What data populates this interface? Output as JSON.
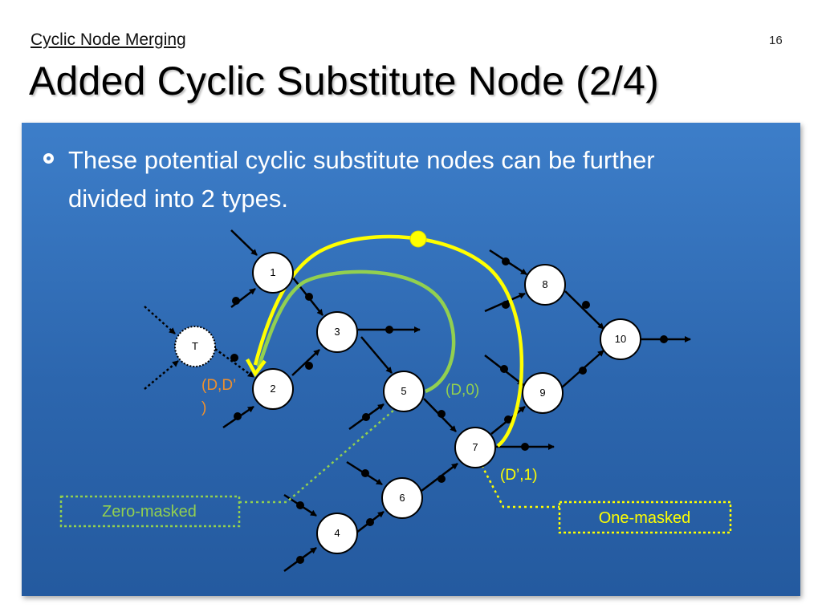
{
  "header": {
    "subtitle": "Cyclic Node Merging",
    "title": "Added Cyclic Substitute Node (2/4)",
    "slide_number": "16"
  },
  "bullet": {
    "line1": "These potential cyclic substitute nodes can be further",
    "line2": "divided into 2 types."
  },
  "diagram": {
    "nodes": {
      "n1": "1",
      "n2": "2",
      "n3": "3",
      "n4": "4",
      "n5": "5",
      "n6": "6",
      "n7": "7",
      "n8": "8",
      "n9": "9",
      "n10": "10",
      "t": "T"
    },
    "annotations": {
      "dd_line1": "(D,D’",
      "dd_line2": ")",
      "d0": "(D,0)",
      "dprime1": "(D’,1)"
    },
    "boxes": {
      "zero": "Zero-masked",
      "one": "One-masked"
    },
    "colors": {
      "orange": "#f0902c",
      "green": "#92d050",
      "yellow": "#ffff00",
      "panel": "#2f6db5"
    }
  }
}
